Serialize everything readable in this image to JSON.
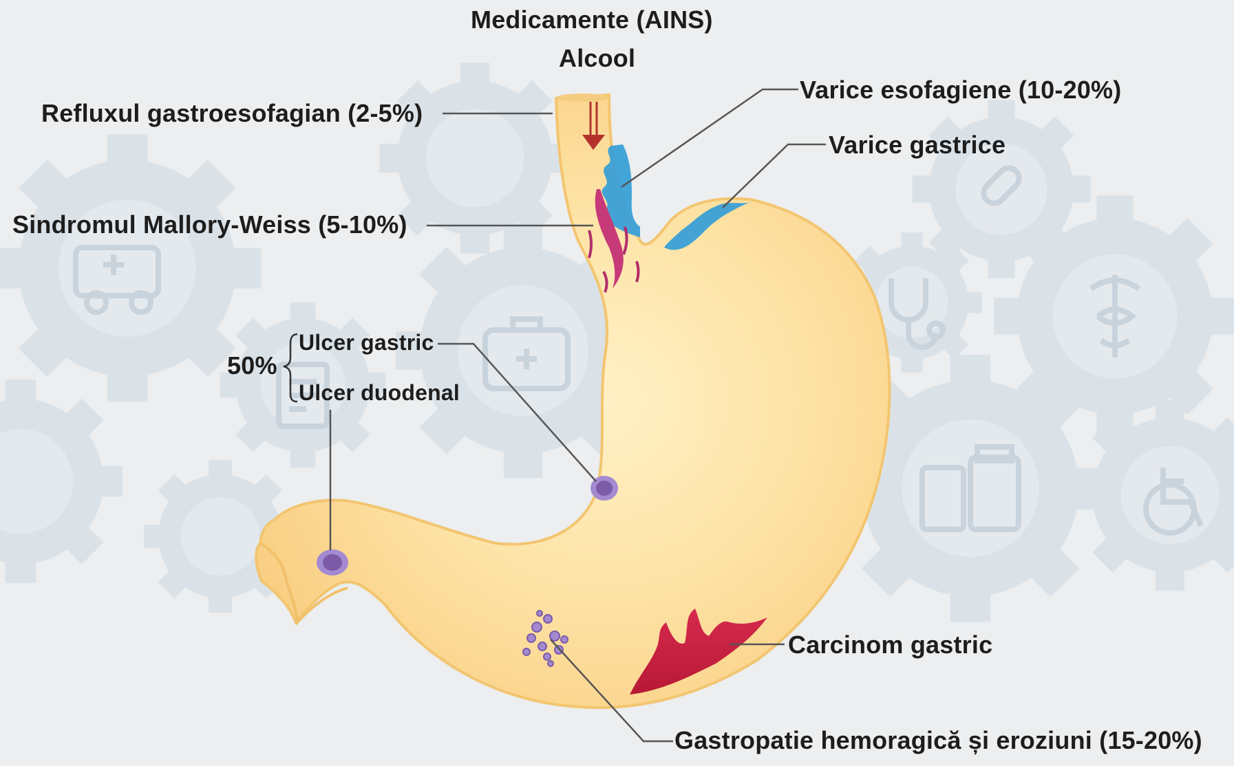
{
  "labels": {
    "top_line1": "Medicamente (AINS)",
    "top_line2": "Alcool",
    "reflux": "Refluxul gastroesofagian (2-5%)",
    "varice_esofagiene": "Varice esofagiene (10-20%)",
    "varice_gastrice": "Varice gastrice",
    "mallory_weiss": "Sindromul Mallory-Weiss (5-10%)",
    "percent_50": "50%",
    "ulcer_gastric": "Ulcer gastric",
    "ulcer_duodenal": "Ulcer duodenal",
    "carcinom": "Carcinom gastric",
    "gastropatie": "Gastropatie hemoragică și eroziuni (15-20%)"
  },
  "colors": {
    "background": "#eceeef",
    "gear": "#d5dde5",
    "stomach_fill": "#fcd88f",
    "stomach_outline": "#f5c976",
    "varices": "#3a9fd6",
    "mallory_tear": "#c73a78",
    "ulcer": "#8c6bb8",
    "carcinoma": "#c41438",
    "arrow": "#b4312b",
    "leader_line": "#555555"
  },
  "icons": [
    "ambulance-icon",
    "medical-kit-icon",
    "stethoscope-icon",
    "caduceus-icon",
    "pill-icon",
    "wheelchair-icon",
    "medicine-bottle-icon",
    "clipboard-icon"
  ]
}
